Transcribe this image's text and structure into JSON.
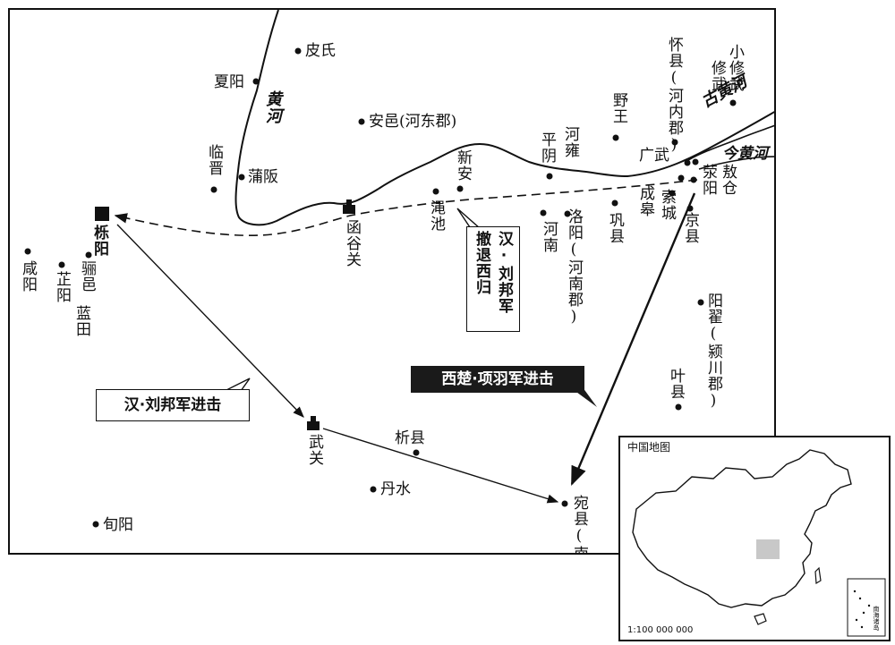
{
  "places": {
    "pishi": "皮氏",
    "xiayang": "夏阳",
    "linjin": "临晋",
    "puban": "蒲阪",
    "anyi": "安邑(河东郡)",
    "yueyang": "栎阳",
    "xianyang": "咸阳",
    "zhiyang": "芷阳",
    "liyi": "骊邑",
    "lantian": "蓝田",
    "hanguguan": "函谷关",
    "mianchi": "渑池",
    "xinan": "新安",
    "pingyin": "平阴",
    "heyong": "河雍",
    "henan": "河南",
    "luoyang": "洛阳(河南郡)",
    "yewang": "野王",
    "gongxian": "巩县",
    "huaixian": "怀县(河内郡)",
    "xiaoxiuwu": "小修武",
    "xiuwu": "修武",
    "guangwu": "广武",
    "aocang": "敖仓",
    "xingyang": "荥阳",
    "chenggao": "成皋",
    "suocheng": "索城",
    "jingxian": "京县",
    "yangdi": "阳翟(颍川郡)",
    "yexian": "叶县",
    "wuguan": "武关",
    "xixian": "析县",
    "danshui": "丹水",
    "xunyang": "旬阳",
    "wanxian": "宛县(南阳郡)"
  },
  "rivers": {
    "huanghe_north": "黄河",
    "gu_huanghe": "古黄河",
    "jin_huanghe": "今黄河"
  },
  "callouts": {
    "han_retreat": "汉·刘邦军撤退西归",
    "han_attack": "汉·刘邦军进击",
    "chu_attack": "西楚·项羽军进击"
  },
  "inset": {
    "title": "中国地图",
    "scale": "1:100 000 000",
    "islands_label": "南海诸岛"
  },
  "colors": {
    "ink": "#111111",
    "callout_dark": "#1a1a1a",
    "highlight": "#c8c8c8"
  }
}
